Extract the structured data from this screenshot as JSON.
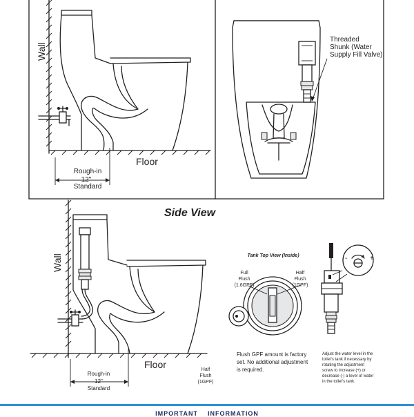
{
  "top_left": {
    "wall_label": "Wall",
    "floor_label": "Floor",
    "rough_in": {
      "line1": "Rough-in",
      "line2": "12\"",
      "line3": "Standard"
    }
  },
  "top_right": {
    "callout": {
      "line1": "Threaded",
      "line2": "Shunk (Water",
      "line3": "Supply Fill Valve)"
    }
  },
  "side_view": {
    "title": "Side View",
    "wall_label": "Wall",
    "floor_label": "Floor",
    "rough_in": {
      "line1": "Rough-in",
      "line2": "12\"",
      "line3": "Standard"
    },
    "half_flush": {
      "line1": "Half",
      "line2": "Flush",
      "line3": "(1GPF)"
    }
  },
  "tank_top_view": {
    "title": "Tank Top View (Inside)",
    "full_flush": {
      "line1": "Full",
      "line2": "Flush",
      "line3": "(1.6GPF)"
    },
    "half_flush": {
      "line1": "Half",
      "line2": "Flush",
      "line3": "(1GPF)"
    },
    "note": {
      "line1": "Flush GPF amount is factory",
      "line2": "set. No additional adjustment",
      "line3": "is required."
    }
  },
  "fill_valve": {
    "plus": "+",
    "minus": "-",
    "note": {
      "line1": "Adjust the water level in the",
      "line2": "toilet's tank if necessary by",
      "line3": "rotating the adjustment",
      "line4": "screw to increase (+) or",
      "line5": "decrease (-) a level of water",
      "line6": "in the toilet's tank."
    }
  },
  "footer": {
    "heading": "IMPORTANT    INFORMATION",
    "accent_color": "#2f8fd3"
  }
}
